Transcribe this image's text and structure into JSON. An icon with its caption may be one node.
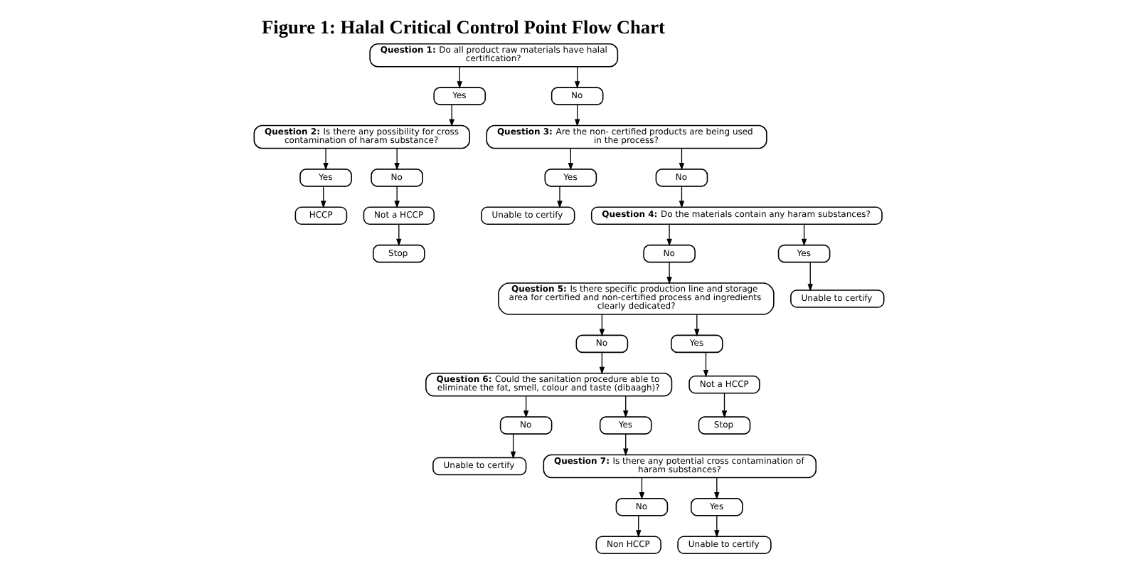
{
  "diagram": {
    "title": "Figure 1: Halal Critical Control Point Flow Chart",
    "nodes": [
      {
        "text": [
          "**Question 1:** Do all product raw materials have halal certification?"
        ]
      },
      {
        "text": [
          "Yes"
        ]
      },
      {
        "text": [
          "No"
        ]
      },
      {
        "text": [
          "**Question 2:** Is there any possibility for cross contamination of haram substance?"
        ]
      },
      {
        "text": [
          "**Question 3:** Are the non- certified products are being used in the process?"
        ]
      },
      {
        "text": [
          "Yes"
        ]
      },
      {
        "text": [
          "No"
        ]
      },
      {
        "text": [
          "Yes"
        ]
      },
      {
        "text": [
          "No"
        ]
      },
      {
        "text": [
          "HCCP"
        ]
      },
      {
        "text": [
          "Not a HCCP"
        ]
      },
      {
        "text": [
          "Unable to certify"
        ]
      },
      {
        "text": [
          "**Question 4:** Do the materials contain any haram substances?"
        ]
      },
      {
        "text": [
          "Stop"
        ]
      },
      {
        "text": [
          "No"
        ]
      },
      {
        "text": [
          "Yes"
        ]
      },
      {
        "text": [
          "**Question 5:** Is there specific production line and storage area for certified and non-certified process and ingredients clearly dedicated?"
        ]
      },
      {
        "text": [
          "Unable to certify"
        ]
      },
      {
        "text": [
          "No"
        ]
      },
      {
        "text": [
          "Yes"
        ]
      },
      {
        "text": [
          "**Question 6:** Could the sanitation procedure able to eliminate the fat, smell, colour and taste (dibaagh)?"
        ]
      },
      {
        "text": [
          "Not a HCCP"
        ]
      },
      {
        "text": [
          "Stop"
        ]
      },
      {
        "text": [
          "No"
        ]
      },
      {
        "text": [
          "Yes"
        ]
      },
      {
        "text": [
          "Unable to certify"
        ]
      },
      {
        "text": [
          "**Question 7:** Is there any potential cross contamination of haram substances?"
        ]
      },
      {
        "text": [
          "No"
        ]
      },
      {
        "text": [
          "Yes"
        ]
      },
      {
        "text": [
          "Non HCCP"
        ]
      },
      {
        "text": [
          "Unable to certify"
        ]
      }
    ],
    "edges": [
      {
        "from": 0,
        "to": 1,
        "arrow": "to"
      },
      {
        "from": 0,
        "to": 2,
        "arrow": "to"
      },
      {
        "from": 1,
        "to": 3,
        "arrow": "to"
      },
      {
        "from": 2,
        "to": 4,
        "arrow": "to"
      },
      {
        "from": 3,
        "to": 5,
        "arrow": "to"
      },
      {
        "from": 3,
        "to": 6,
        "arrow": "to"
      },
      {
        "from": 4,
        "to": 7,
        "arrow": "to"
      },
      {
        "from": 4,
        "to": 8,
        "arrow": "to"
      },
      {
        "from": 5,
        "to": 9,
        "arrow": "to"
      },
      {
        "from": 6,
        "to": 10,
        "arrow": "to"
      },
      {
        "from": 7,
        "to": 11,
        "arrow": "to"
      },
      {
        "from": 8,
        "to": 12,
        "arrow": "to"
      },
      {
        "from": 10,
        "to": 13,
        "arrow": "to"
      },
      {
        "from": 12,
        "to": 14,
        "arrow": "to"
      },
      {
        "from": 12,
        "to": 15,
        "arrow": "to"
      },
      {
        "from": 14,
        "to": 16,
        "arrow": "to"
      },
      {
        "from": 15,
        "to": 17,
        "arrow": "to"
      },
      {
        "from": 16,
        "to": 18,
        "arrow": "to"
      },
      {
        "from": 16,
        "to": 19,
        "arrow": "to"
      },
      {
        "from": 18,
        "to": 20,
        "arrow": "to"
      },
      {
        "from": 19,
        "to": 21,
        "arrow": "to"
      },
      {
        "from": 21,
        "to": 22,
        "arrow": "to"
      },
      {
        "from": 20,
        "to": 23,
        "arrow": "to"
      },
      {
        "from": 20,
        "to": 24,
        "arrow": "to"
      },
      {
        "from": 23,
        "to": 25,
        "arrow": "to"
      },
      {
        "from": 24,
        "to": 26,
        "arrow": "to"
      },
      {
        "from": 26,
        "to": 27,
        "arrow": "to"
      },
      {
        "from": 26,
        "to": 28,
        "arrow": "to"
      },
      {
        "from": 27,
        "to": 29,
        "arrow": "to"
      },
      {
        "from": 28,
        "to": 30,
        "arrow": "to"
      }
    ]
  }
}
